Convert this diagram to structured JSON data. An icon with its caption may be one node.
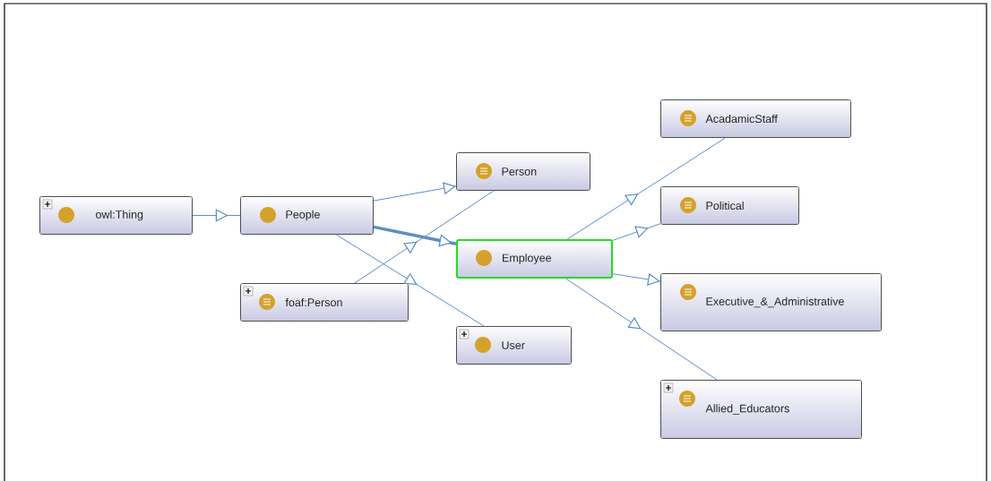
{
  "diagram": {
    "nodes": [
      {
        "text": [
          "owl:Thing"
        ]
      },
      {
        "text": [
          "People"
        ]
      },
      {
        "text": [
          "Person"
        ]
      },
      {
        "text": [
          "foaf:Person"
        ]
      },
      {
        "text": [
          "Employee"
        ]
      },
      {
        "text": [
          "User"
        ]
      },
      {
        "text": [
          "AcadamicStaff"
        ]
      },
      {
        "text": [
          "Political"
        ]
      },
      {
        "text": [
          "Executive_&_Administrative"
        ]
      },
      {
        "text": [
          "Allied_Educators"
        ]
      }
    ],
    "edges": [
      {
        "from": 0,
        "to": 1,
        "arrow": "to"
      },
      {
        "from": 1,
        "to": 2,
        "arrow": "to"
      },
      {
        "from": 1,
        "to": 4,
        "arrow": "to",
        "style": "thick"
      },
      {
        "from": 1,
        "to": 5,
        "arrow": "to"
      },
      {
        "from": 3,
        "to": 2,
        "arrow": "to"
      },
      {
        "from": 4,
        "to": 6,
        "arrow": "to"
      },
      {
        "from": 4,
        "to": 7,
        "arrow": "to"
      },
      {
        "from": 4,
        "to": 8,
        "arrow": "to"
      },
      {
        "from": 4,
        "to": 9,
        "arrow": "to"
      }
    ]
  }
}
